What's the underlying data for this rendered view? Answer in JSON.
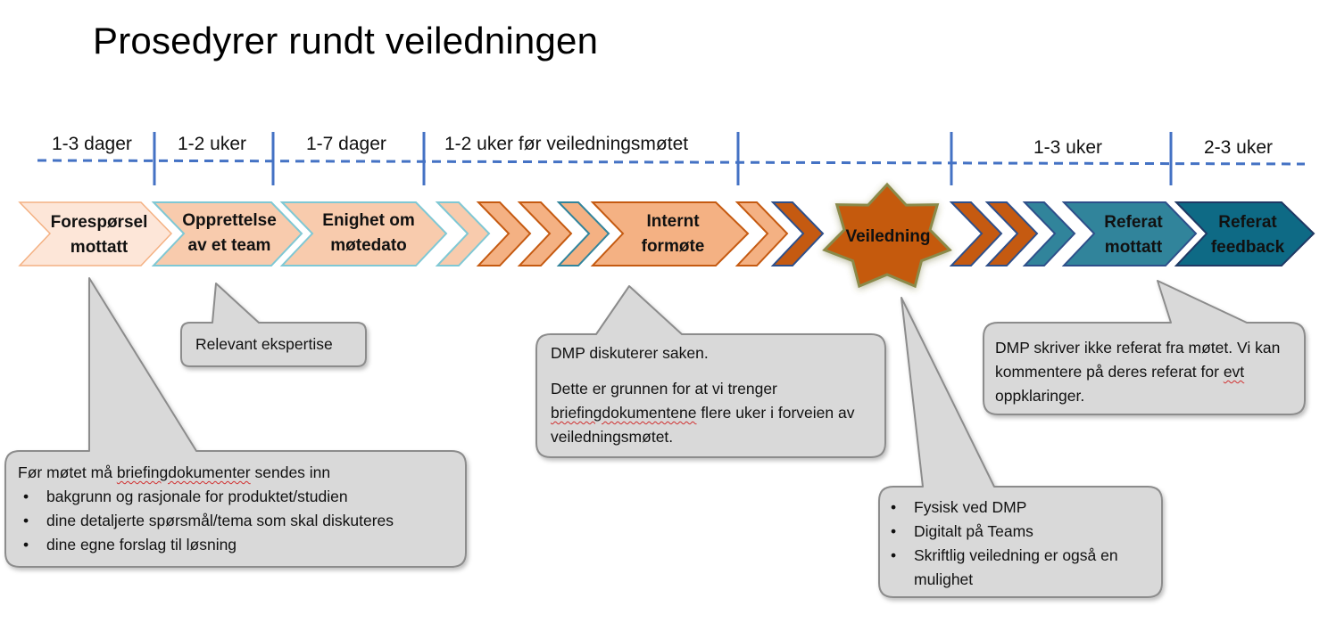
{
  "title": "Prosedyrer rundt veiledningen",
  "durations": [
    "1-3 dager",
    "1-2 uker",
    "1-7 dager",
    "1-2 uker før veiledningsmøtet",
    "1-3 uker",
    "2-3 uker"
  ],
  "steps": [
    {
      "line1": "Forespørsel",
      "line2": "mottatt"
    },
    {
      "line1": "Opprettelse",
      "line2": "av et team"
    },
    {
      "line1": "Enighet om",
      "line2": "møtedato"
    },
    {
      "line1": "Internt",
      "line2": "formøte"
    },
    {
      "line1": "Veiledning"
    },
    {
      "line1": "Referat",
      "line2": "mottatt"
    },
    {
      "line1": "Referat",
      "line2": "feedback"
    }
  ],
  "callouts": {
    "briefing": {
      "intro_pre": "Før møtet må ",
      "intro_underlined": "briefingdokumenter",
      "intro_post": " sendes inn",
      "bullets": [
        "bakgrunn og rasjonale for produktet/studien",
        "dine detaljerte spørsmål/tema som skal diskuteres",
        "dine egne forslag til løsning"
      ]
    },
    "expertise": {
      "text": "Relevant ekspertise"
    },
    "dmp": {
      "para1": "DMP diskuterer saken.",
      "para2_pre": "Dette er grunnen for at vi trenger ",
      "para2_underlined": "briefingdokumentene",
      "para2_post": " flere uker i forveien av veiledningsmøtet."
    },
    "meeting": {
      "bullets": [
        "Fysisk ved DMP",
        "Digitalt på Teams",
        "Skriftlig veiledning er også en mulighet"
      ]
    },
    "minutes": {
      "pre": "DMP skriver ikke referat fra møtet. Vi kan kommentere på deres referat for ",
      "underlined": "evt",
      "post": " oppklaringer."
    }
  }
}
